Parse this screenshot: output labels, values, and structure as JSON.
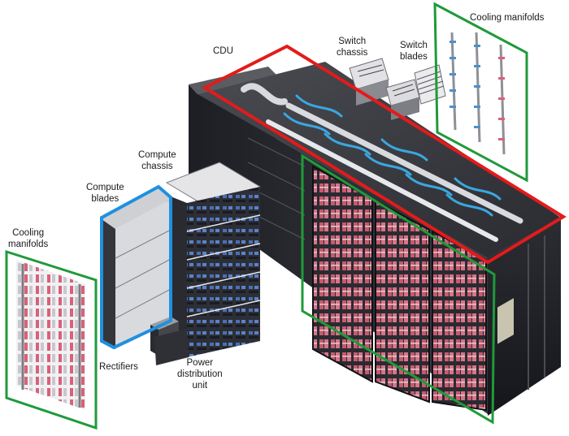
{
  "labels": {
    "cdu": "CDU",
    "switch_chassis": [
      "Switch",
      "chassis"
    ],
    "switch_blades": [
      "Switch",
      "blades"
    ],
    "cooling_manifolds_top": "Cooling manifolds",
    "compute_chassis": [
      "Compute",
      "chassis"
    ],
    "compute_blades": [
      "Compute",
      "blades"
    ],
    "cooling_manifolds_left": [
      "Cooling",
      "manifolds"
    ],
    "rectifiers": "Rectifiers",
    "power_distribution_unit": [
      "Power",
      "distribution",
      "unit"
    ]
  },
  "highlight_colors": {
    "red_box": "#e31b1b",
    "green_box": "#1f9a3a",
    "blue_box": "#1e90e0"
  }
}
